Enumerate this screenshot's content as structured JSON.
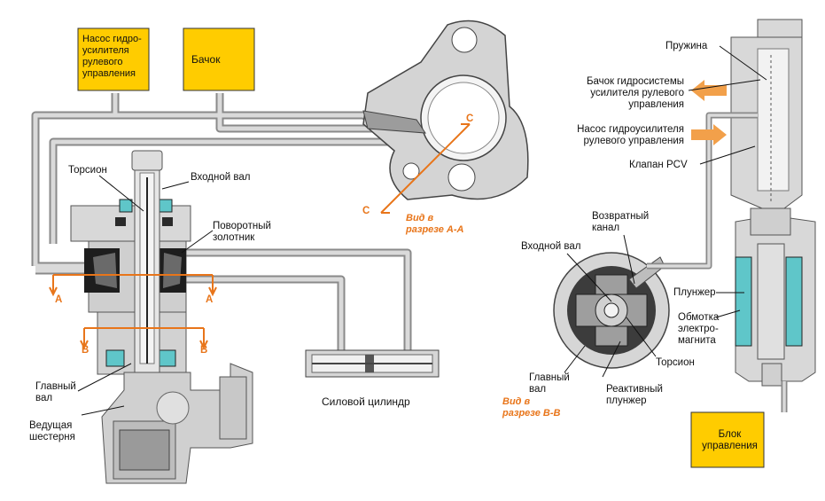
{
  "colors": {
    "yellow_box": "#ffcc00",
    "pipe": "#c9c9c9",
    "pipe_edge": "#8a8a8a",
    "body": "#d4d4d4",
    "dark": "#3a3a3a",
    "accent": "#e8751a",
    "coil": "#5fc6c9"
  },
  "boxes": {
    "pump": "Насос гидро-\nусилителя\nрулевого\nуправления",
    "tank": "Бачок",
    "control_unit": "Блок\nуправления"
  },
  "left_labels": {
    "torsion": "Торсион",
    "input_shaft": "Входной вал",
    "rotary_valve": "Поворотный\nзолотник",
    "main_shaft": "Главный\nвал",
    "drive_gear": "Ведущая\nшестерня",
    "power_cylinder": "Силовой цилиндр"
  },
  "section_marks": {
    "a_left": "A",
    "a_right": "A",
    "b_left": "B",
    "b_right": "B",
    "c_top": "C",
    "c_bottom": "C"
  },
  "views": {
    "view_aa": "Вид в\nразрезе А-А",
    "view_bb": "Вид в\nразрезе В-В"
  },
  "right_labels": {
    "spring": "Пружина",
    "reservoir": "Бачок гидросистемы\nусилителя рулевого\nуправления",
    "pump": "Насос гидроусилителя\nрулевого управления",
    "pcv": "Клапан PCV",
    "return_channel": "Возвратный\nканал",
    "input_shaft": "Входной вал",
    "plunger": "Плунжер",
    "coil": "Обмотка\nэлектро-\nмагнита",
    "torsion": "Торсион",
    "main_shaft": "Главный\nвал",
    "reactive_plunger": "Реактивный\nплунжер"
  }
}
